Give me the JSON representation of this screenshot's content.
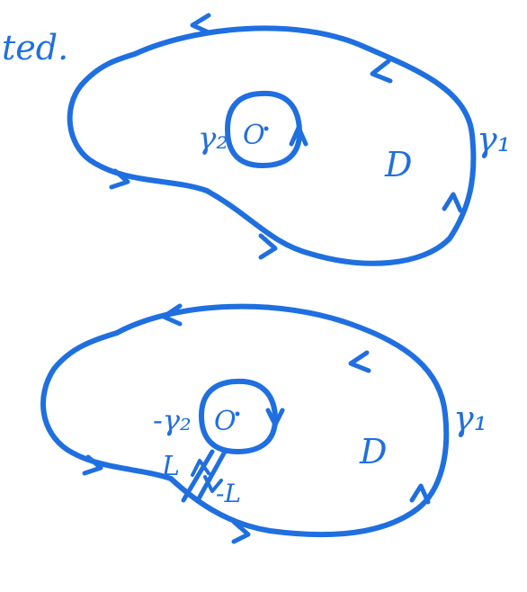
{
  "colors": {
    "ink": "#1f6fe0",
    "region_fill": "#b8d8cc",
    "hole_fill": "#ffffff",
    "background": "#ffffff"
  },
  "top_note": "ted.",
  "figures": [
    {
      "id": "region-top",
      "outer_curve_label": "γ₁",
      "inner_curve_label": "γ₂",
      "origin_label": "O",
      "region_label": "D",
      "outer_orientation": "counterclockwise",
      "inner_orientation": "counterclockwise",
      "has_cut": false
    },
    {
      "id": "region-bottom",
      "outer_curve_label": "γ₁",
      "inner_curve_label": "-γ₂",
      "origin_label": "O",
      "region_label": "D",
      "outer_orientation": "counterclockwise",
      "inner_orientation": "clockwise",
      "has_cut": true,
      "cut_labels": [
        "L",
        "-L"
      ]
    }
  ]
}
